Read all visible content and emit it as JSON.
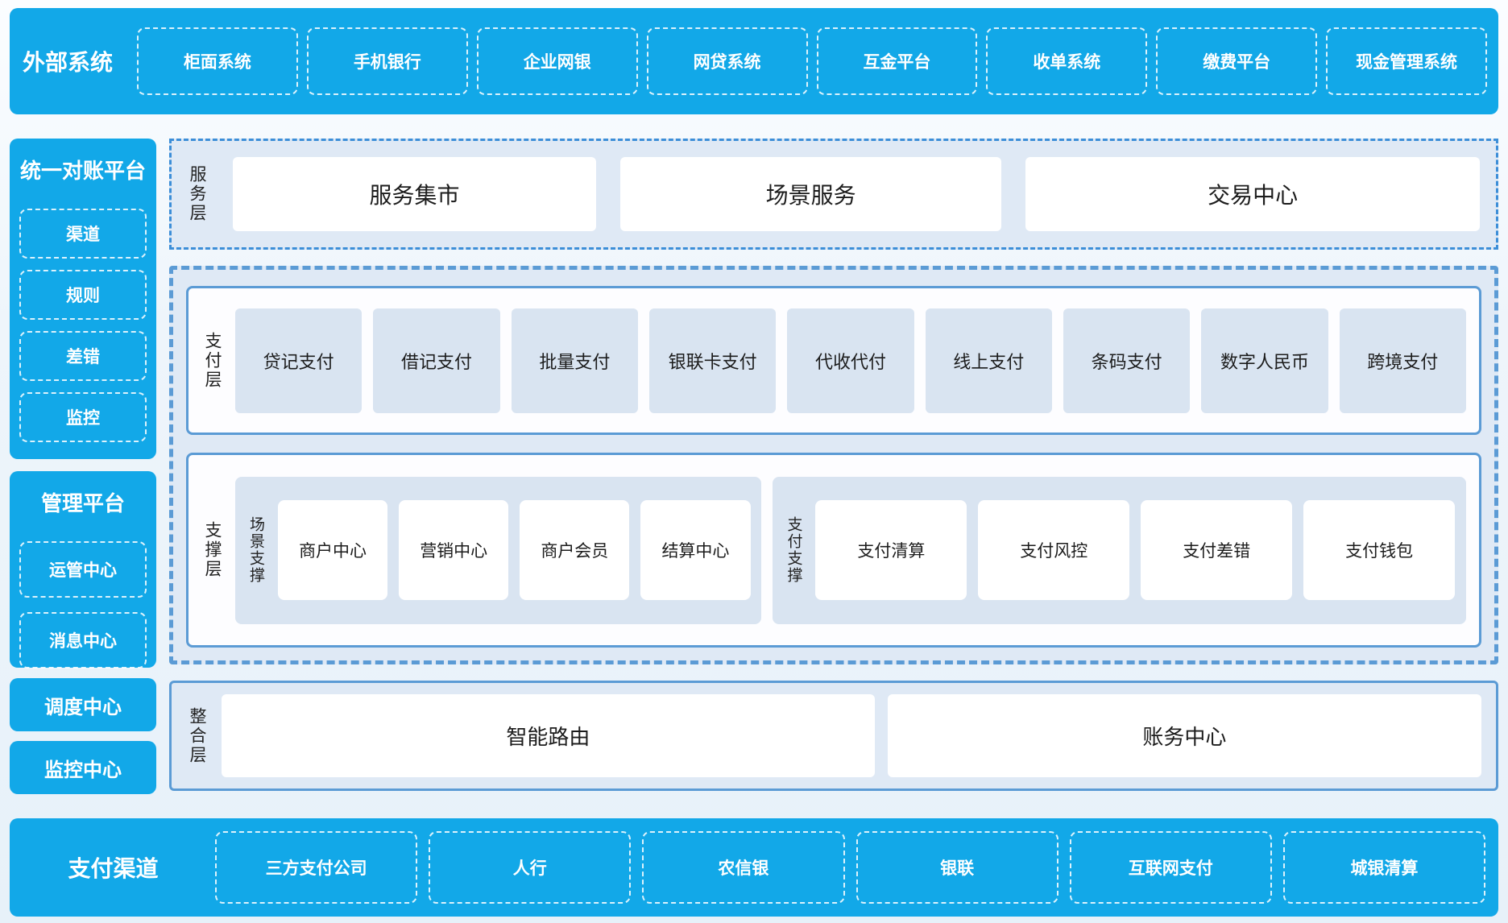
{
  "external_systems": {
    "label": "外部系统",
    "items": [
      "柜面系统",
      "手机银行",
      "企业网银",
      "网贷系统",
      "互金平台",
      "收单系统",
      "缴费平台",
      "现金管理系统"
    ]
  },
  "left_column": {
    "reconciliation_platform": {
      "title": "统一对账平台",
      "items": [
        "渠道",
        "规则",
        "差错",
        "监控"
      ]
    },
    "management_platform": {
      "title": "管理平台",
      "items": [
        "运管中心",
        "消息中心"
      ]
    },
    "standalone": [
      "调度中心",
      "监控中心"
    ]
  },
  "service_layer": {
    "label": "服务层",
    "items": [
      "服务集市",
      "场景服务",
      "交易中心"
    ]
  },
  "payment_layer": {
    "label": "支付层",
    "items": [
      "贷记支付",
      "借记支付",
      "批量支付",
      "银联卡支付",
      "代收代付",
      "线上支付",
      "条码支付",
      "数字人民币",
      "跨境支付"
    ]
  },
  "support_layer": {
    "label": "支撑层",
    "groups": [
      {
        "label": "场景支撑",
        "items": [
          "商户中心",
          "营销中心",
          "商户会员",
          "结算中心"
        ]
      },
      {
        "label": "支付支撑",
        "items": [
          "支付清算",
          "支付风控",
          "支付差错",
          "支付钱包"
        ]
      }
    ]
  },
  "integration_layer": {
    "label": "整合层",
    "items": [
      "智能路由",
      "账务中心"
    ]
  },
  "payment_channels": {
    "label": "支付渠道",
    "items": [
      "三方支付公司",
      "人行",
      "农信银",
      "银联",
      "互联网支付",
      "城银清算"
    ]
  },
  "colors": {
    "brand_blue": "#12a8e8",
    "panel_bg": "#dfe9f5",
    "item_bg": "#d9e4f1",
    "border_blue": "#5b9bd5",
    "dashdot_blue": "#3c8ed8"
  }
}
